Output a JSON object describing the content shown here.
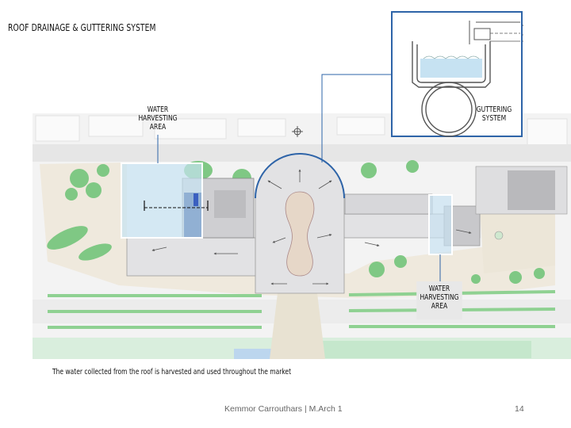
{
  "title": "ROOF DRAINAGE & GUTTERING SYSTEM",
  "labels": {
    "water_harvesting_left": [
      "WATER",
      "HARVESTING",
      "AREA"
    ],
    "water_harvesting_right": [
      "WATER",
      "HARVESTING",
      "AREA"
    ],
    "guttering_system": [
      "GUTTERING",
      "SYSTEM"
    ]
  },
  "caption": "The water collected from the roof is harvested and used throughout the market",
  "footer": {
    "author": "Kemmor Carrouthars | M.Arch 1",
    "page_number": "14"
  },
  "colors": {
    "annotation_blue": "#2e64a8",
    "water": "#c6e2f2",
    "roof": "#e2e2e4",
    "greenery": "#7fc884",
    "ground": "#efe9dd"
  }
}
